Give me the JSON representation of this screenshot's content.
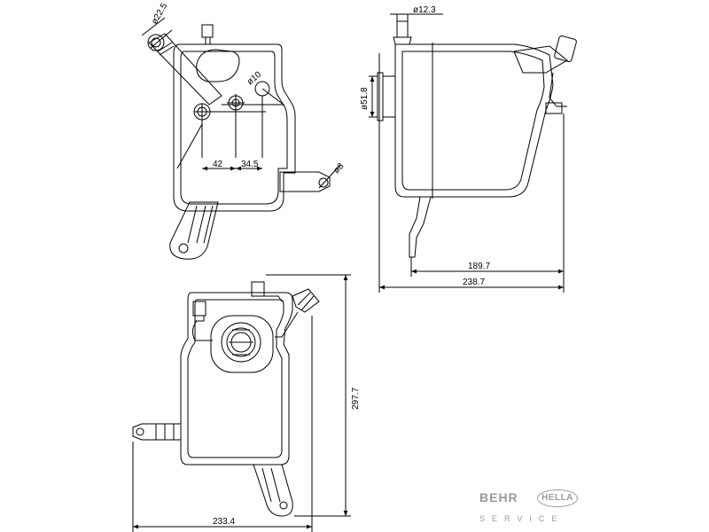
{
  "dimensions": {
    "top_view": {
      "diameter_hose": "ø22.5",
      "diameter_cap": "ø10",
      "diameter_mount": "ø8",
      "offset_a": "42",
      "offset_b": "34.5"
    },
    "side_view": {
      "diameter_port": "ø12.3",
      "diameter_filler": "ø51.8",
      "width_inner": "189.7",
      "width_total": "238.7"
    },
    "front_view": {
      "height": "297.7",
      "width": "233.4"
    }
  },
  "branding": {
    "brand_primary": "BEHR",
    "brand_secondary": "HELLA",
    "tagline": "SERVICE"
  },
  "colors": {
    "line": "#000000",
    "brand_gray": "#9a9a9a",
    "background": "#ffffff"
  }
}
